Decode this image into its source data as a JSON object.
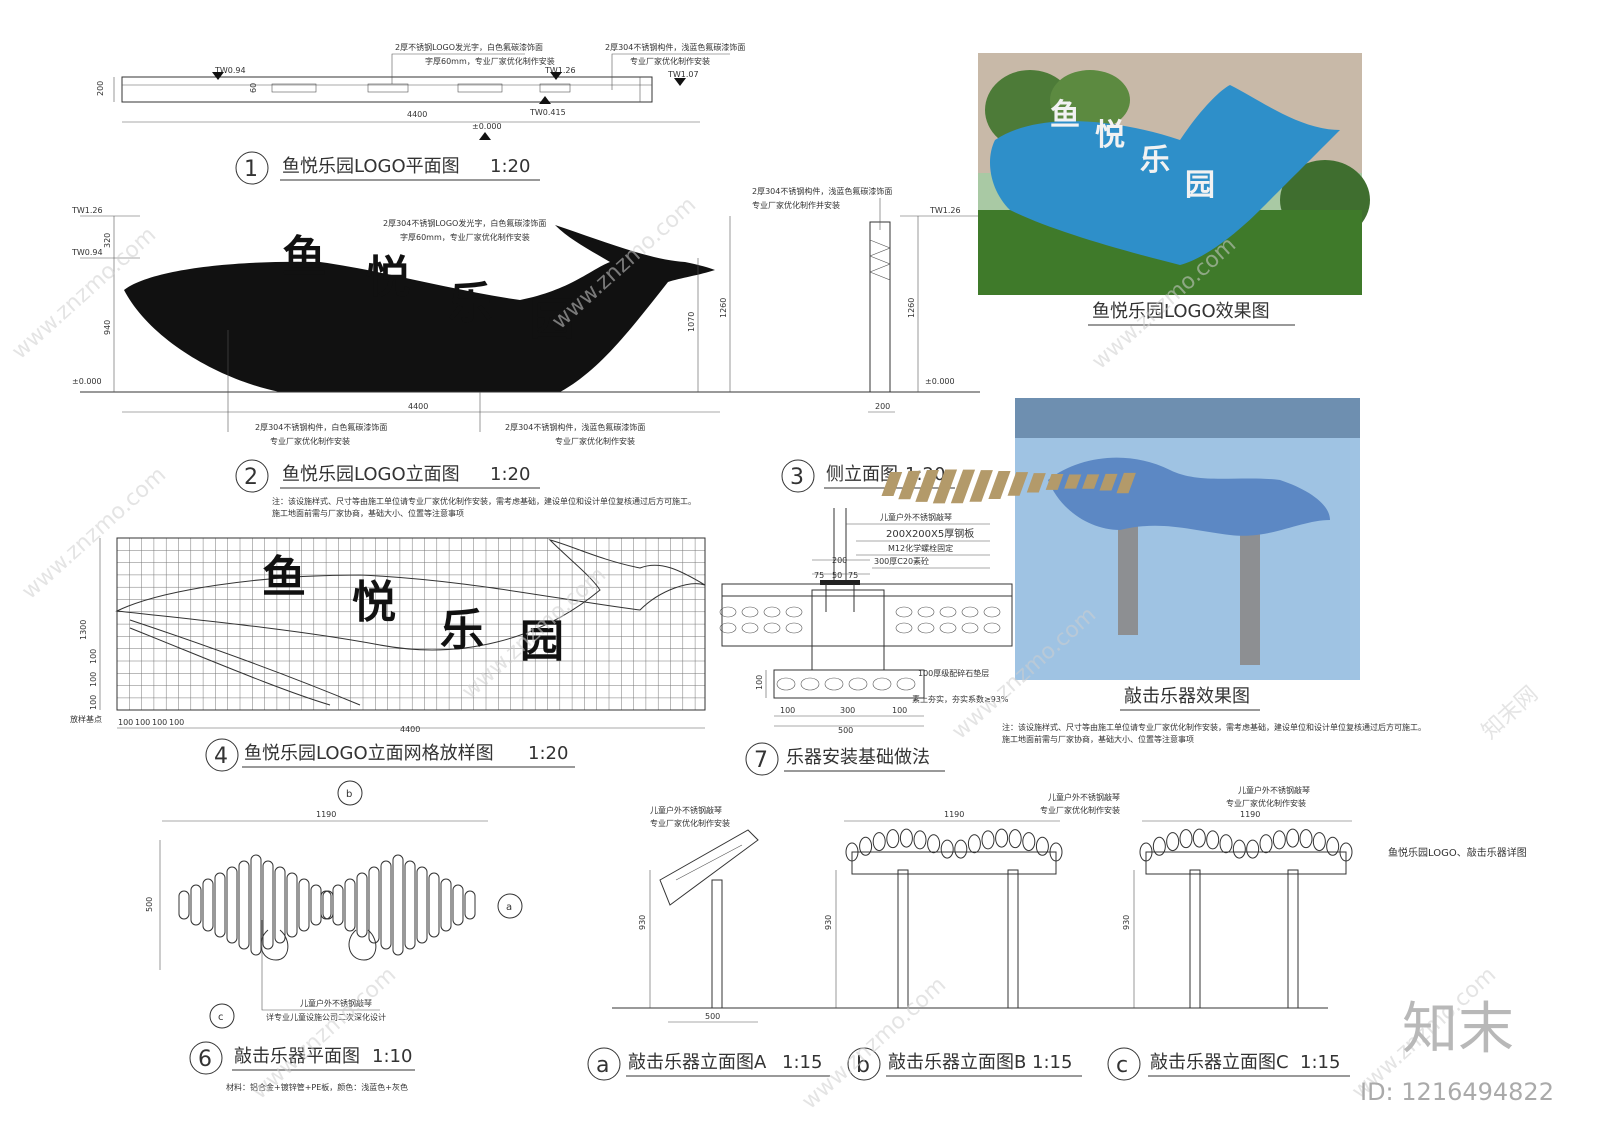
{
  "plan1": {
    "num": "1",
    "title": "鱼悦乐园LOGO平面图",
    "scale": "1:20",
    "dims": {
      "width": "4400",
      "depth": "200",
      "inner": "60"
    },
    "levels": {
      "tw094": "TW0.94",
      "tw126": "TW1.26",
      "tw107": "TW1.07",
      "tw0415": "TW0.415",
      "base": "±0.000"
    },
    "notes": {
      "n1a": "2厚不锈钢LOGO发光字，白色氟碳漆饰面",
      "n1b": "字厚60mm，专业厂家优化制作安装",
      "n2a": "2厚304不锈钢构件，浅蓝色氟碳漆饰面",
      "n2b": "专业厂家优化制作安装"
    }
  },
  "elev2": {
    "num": "2",
    "title": "鱼悦乐园LOGO立面图",
    "scale": "1:20",
    "logo": [
      "鱼",
      "悦",
      "乐",
      "园"
    ],
    "levels": {
      "tw126": "TW1.26",
      "tw094": "TW0.94",
      "base": "±0.000"
    },
    "dims": {
      "d320": "320",
      "d940": "940",
      "d1070": "1070",
      "d1260": "1260",
      "width": "4400"
    },
    "notes": {
      "top_a": "2厚304不锈钢LOGO发光字，白色氟碳漆饰面",
      "top_b": "字厚60mm，专业厂家优化制作安装",
      "bl_a": "2厚304不锈钢构件，白色氟碳漆饰面",
      "bl_b": "专业厂家优化制作安装",
      "br_a": "2厚304不锈钢构件，浅蓝色氟碳漆饰面",
      "br_b": "专业厂家优化制作安装"
    },
    "remark_a": "注：该设施样式、尺寸等由施工单位请专业厂家优化制作安装，需考虑基础，建设单位和设计单位复核通过后方可施工。",
    "remark_b": "施工地面前需与厂家协商，基础大小、位置等注意事项"
  },
  "side3": {
    "num": "3",
    "title": "侧立面图",
    "scale": "1:20",
    "note_a": "2厚304不锈钢构件，浅蓝色氟碳漆饰面",
    "note_b": "专业厂家优化制作并安装",
    "tw126": "TW1.26",
    "base": "±0.000",
    "d1260": "1260",
    "d200": "200"
  },
  "render_logo": {
    "title": "鱼悦乐园LOGO效果图"
  },
  "grid4": {
    "num": "4",
    "title": "鱼悦乐园LOGO立面网格放样图",
    "scale": "1:20",
    "logo": [
      "鱼",
      "悦",
      "乐",
      "园"
    ],
    "d1300": "1300",
    "d100": "100",
    "width": "4400",
    "origin": "放样基点"
  },
  "found7": {
    "num": "7",
    "title": "乐器安装基础做法",
    "notes": {
      "n1": "儿童户外不锈钢敲琴",
      "n2": "200X200X5厚钢板",
      "n3": "M12化学螺栓固定",
      "n4": "300厚C20素砼",
      "n5": "100厚级配碎石垫层",
      "n6": "素土夯实，夯实系数≥93%"
    },
    "dims": {
      "d200": "200",
      "d75a": "75",
      "d50": "50",
      "d75b": "75",
      "d100v": "100",
      "d100a": "100",
      "d300": "300",
      "d100b": "100",
      "d500": "500"
    }
  },
  "render_inst": {
    "title": "敲击乐器效果图",
    "remark_a": "注：该设施样式、尺寸等由施工单位请专业厂家优化制作安装，需考虑基础，建设单位和设计单位复核通过后方可施工。",
    "remark_b": "施工地面前需与厂家协商，基础大小、位置等注意事项"
  },
  "plan6": {
    "num": "6",
    "title": "敲击乐器平面图",
    "scale": "1:10",
    "d1190": "1190",
    "d500": "500",
    "marker_b": "b",
    "marker_a": "a",
    "marker_c": "c",
    "note_a": "儿童户外不锈钢敲琴",
    "note_b": "详专业儿童设施公司二次深化设计",
    "material": "材料：铝合金+镀锌管+PE板，颜色：浅蓝色+灰色"
  },
  "elevA": {
    "num": "a",
    "title": "敲击乐器立面图A",
    "scale": "1:15",
    "note_a": "儿童户外不锈钢敲琴",
    "note_b": "专业厂家优化制作安装",
    "d930": "930",
    "d500": "500"
  },
  "elevB": {
    "num": "b",
    "title": "敲击乐器立面图B",
    "scale": "1:15",
    "note_a": "儿童户外不锈钢敲琴",
    "note_b": "专业厂家优化制作安装",
    "d930": "930",
    "d1190": "1190"
  },
  "elevC": {
    "num": "c",
    "title": "敲击乐器立面图C",
    "scale": "1:15",
    "note_a": "儿童户外不锈钢敲琴",
    "note_b": "专业厂家优化制作安装",
    "d930": "930",
    "d1190": "1190"
  },
  "sheet_title": "鱼悦乐园LOGO、敲击乐器详图",
  "watermarks": {
    "site": "www.znzmo.com",
    "cn": "知末网"
  },
  "brand": "知末",
  "image_id": "ID: 1216494822",
  "colors": {
    "whale_blue": "#2e8fc9",
    "grass": "#3f7a2a",
    "pool": "#9fc3e3",
    "ink": "#111111"
  }
}
